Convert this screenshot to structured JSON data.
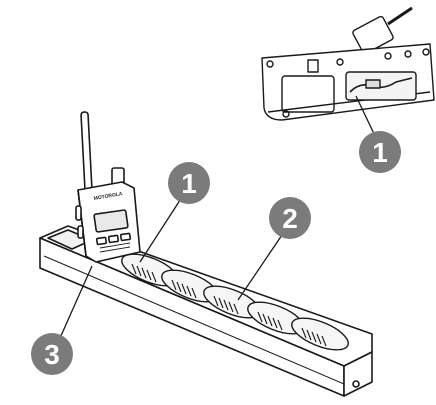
{
  "diagram": {
    "callouts": [
      {
        "id": "callout-1-top",
        "label": "1"
      },
      {
        "id": "callout-1-main",
        "label": "1"
      },
      {
        "id": "callout-2",
        "label": "2"
      },
      {
        "id": "callout-3",
        "label": "3"
      }
    ],
    "radio": {
      "brand_text": "MOTOROLA"
    },
    "colors": {
      "callout_fill": "#7b7b7b",
      "outline": "#1a1a1a",
      "body_fill": "#ffffff",
      "display_fill": "#e9e9e9"
    }
  }
}
